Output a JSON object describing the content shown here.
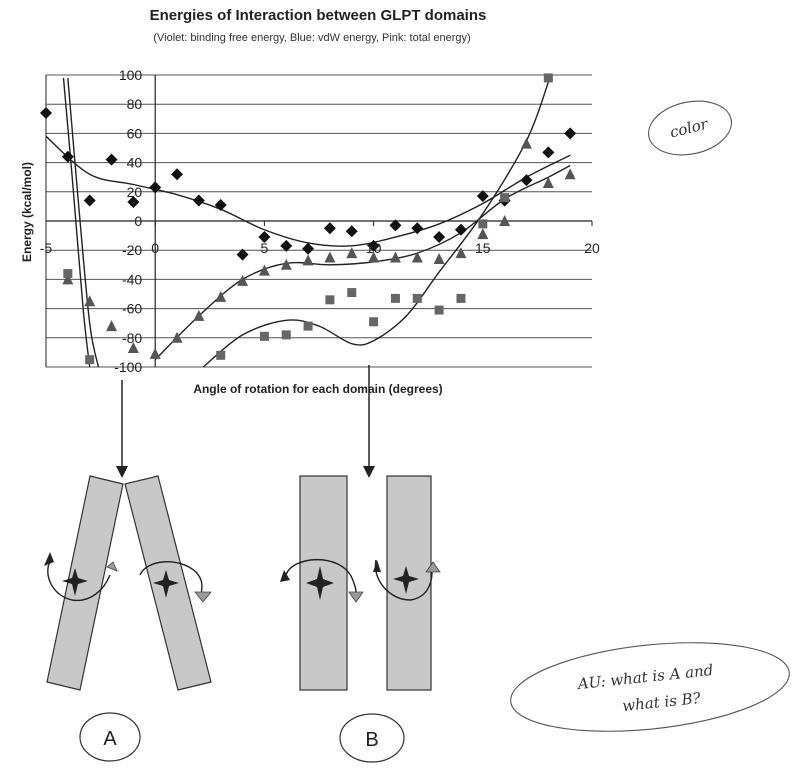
{
  "chart_data": {
    "type": "scatter",
    "title": "Energies of Interaction between GLPT domains",
    "subtitle": "(Violet: binding free energy, Blue: vdW energy, Pink: total energy)",
    "xlabel": "Angle of rotation for each domain (degrees)",
    "ylabel": "Energy (kcal/mol)",
    "xlim": [
      -5,
      20
    ],
    "ylim": [
      -100,
      100
    ],
    "x_ticks": [
      -5,
      0,
      5,
      10,
      15,
      20
    ],
    "y_ticks": [
      100,
      80,
      60,
      40,
      20,
      0,
      -20,
      -40,
      -60,
      -80,
      -100
    ],
    "grid": "horizontal",
    "series": [
      {
        "marker": "diamond",
        "color": "#111111",
        "points": [
          [
            -5,
            74
          ],
          [
            -4,
            44
          ],
          [
            -3,
            14
          ],
          [
            -2,
            42
          ],
          [
            -1,
            13
          ],
          [
            0,
            23
          ],
          [
            1,
            32
          ],
          [
            2,
            14
          ],
          [
            3,
            11
          ],
          [
            4,
            -23
          ],
          [
            5,
            -11
          ],
          [
            6,
            -17
          ],
          [
            7,
            -19
          ],
          [
            8,
            -5
          ],
          [
            9,
            -7
          ],
          [
            10,
            -17
          ],
          [
            11,
            -3
          ],
          [
            12,
            -5
          ],
          [
            13,
            -11
          ],
          [
            14,
            -6
          ],
          [
            15,
            17
          ],
          [
            16,
            14
          ],
          [
            17,
            28
          ],
          [
            18,
            47
          ],
          [
            19,
            60
          ]
        ],
        "trend": [
          [
            -5,
            58
          ],
          [
            -3,
            32
          ],
          [
            -1,
            25
          ],
          [
            1,
            18
          ],
          [
            3,
            8
          ],
          [
            5,
            -6
          ],
          [
            7,
            -15
          ],
          [
            9,
            -17
          ],
          [
            11,
            -11
          ],
          [
            13,
            -2
          ],
          [
            15,
            12
          ],
          [
            17,
            30
          ],
          [
            19,
            45
          ]
        ]
      },
      {
        "marker": "triangle",
        "color": "#555555",
        "points": [
          [
            -4,
            -40
          ],
          [
            -3,
            -55
          ],
          [
            -2,
            -72
          ],
          [
            -1,
            -87
          ],
          [
            0,
            -91
          ],
          [
            1,
            -80
          ],
          [
            2,
            -65
          ],
          [
            3,
            -52
          ],
          [
            4,
            -41
          ],
          [
            5,
            -34
          ],
          [
            6,
            -30
          ],
          [
            7,
            -27
          ],
          [
            8,
            -25
          ],
          [
            9,
            -22
          ],
          [
            10,
            -25
          ],
          [
            11,
            -25
          ],
          [
            12,
            -25
          ],
          [
            13,
            -26
          ],
          [
            14,
            -22
          ],
          [
            15,
            -9
          ],
          [
            16,
            0
          ],
          [
            17,
            53
          ],
          [
            18,
            26
          ],
          [
            19,
            32
          ]
        ],
        "trend": [
          [
            -4,
            98
          ],
          [
            -3.5,
            10
          ],
          [
            -3,
            -70
          ],
          [
            -2.6,
            -100
          ]
        ],
        "trend2": [
          [
            0,
            -95
          ],
          [
            2,
            -65
          ],
          [
            4,
            -40
          ],
          [
            6,
            -29
          ],
          [
            8,
            -30
          ],
          [
            10,
            -28
          ],
          [
            12,
            -22
          ],
          [
            14,
            -8
          ],
          [
            16,
            15
          ],
          [
            18,
            30
          ],
          [
            19,
            38
          ]
        ]
      },
      {
        "marker": "square",
        "color": "#666666",
        "points": [
          [
            -4,
            -36
          ],
          [
            -3,
            -95
          ],
          [
            3,
            -92
          ],
          [
            5,
            -79
          ],
          [
            6,
            -78
          ],
          [
            7,
            -72
          ],
          [
            8,
            -54
          ],
          [
            9,
            -49
          ],
          [
            10,
            -69
          ],
          [
            11,
            -53
          ],
          [
            12,
            -53
          ],
          [
            13,
            -61
          ],
          [
            14,
            -53
          ],
          [
            15,
            -2
          ],
          [
            16,
            16
          ],
          [
            18,
            98
          ]
        ],
        "trend": [
          [
            -4.2,
            98
          ],
          [
            -3.8,
            30
          ],
          [
            -3.3,
            -60
          ],
          [
            -3,
            -100
          ]
        ],
        "trend2": [
          [
            2.2,
            -100
          ],
          [
            4,
            -78
          ],
          [
            6,
            -68
          ],
          [
            7.5,
            -72
          ],
          [
            9,
            -84
          ],
          [
            10,
            -82
          ],
          [
            11.5,
            -65
          ],
          [
            13,
            -35
          ],
          [
            15,
            5
          ],
          [
            17,
            55
          ],
          [
            18,
            95
          ]
        ]
      }
    ]
  },
  "diagram": {
    "label_a": "A",
    "label_b": "B"
  },
  "annotations": {
    "note_top": "color",
    "note_bottom_line1": "AU: what is A and",
    "note_bottom_line2": "what is B?"
  }
}
